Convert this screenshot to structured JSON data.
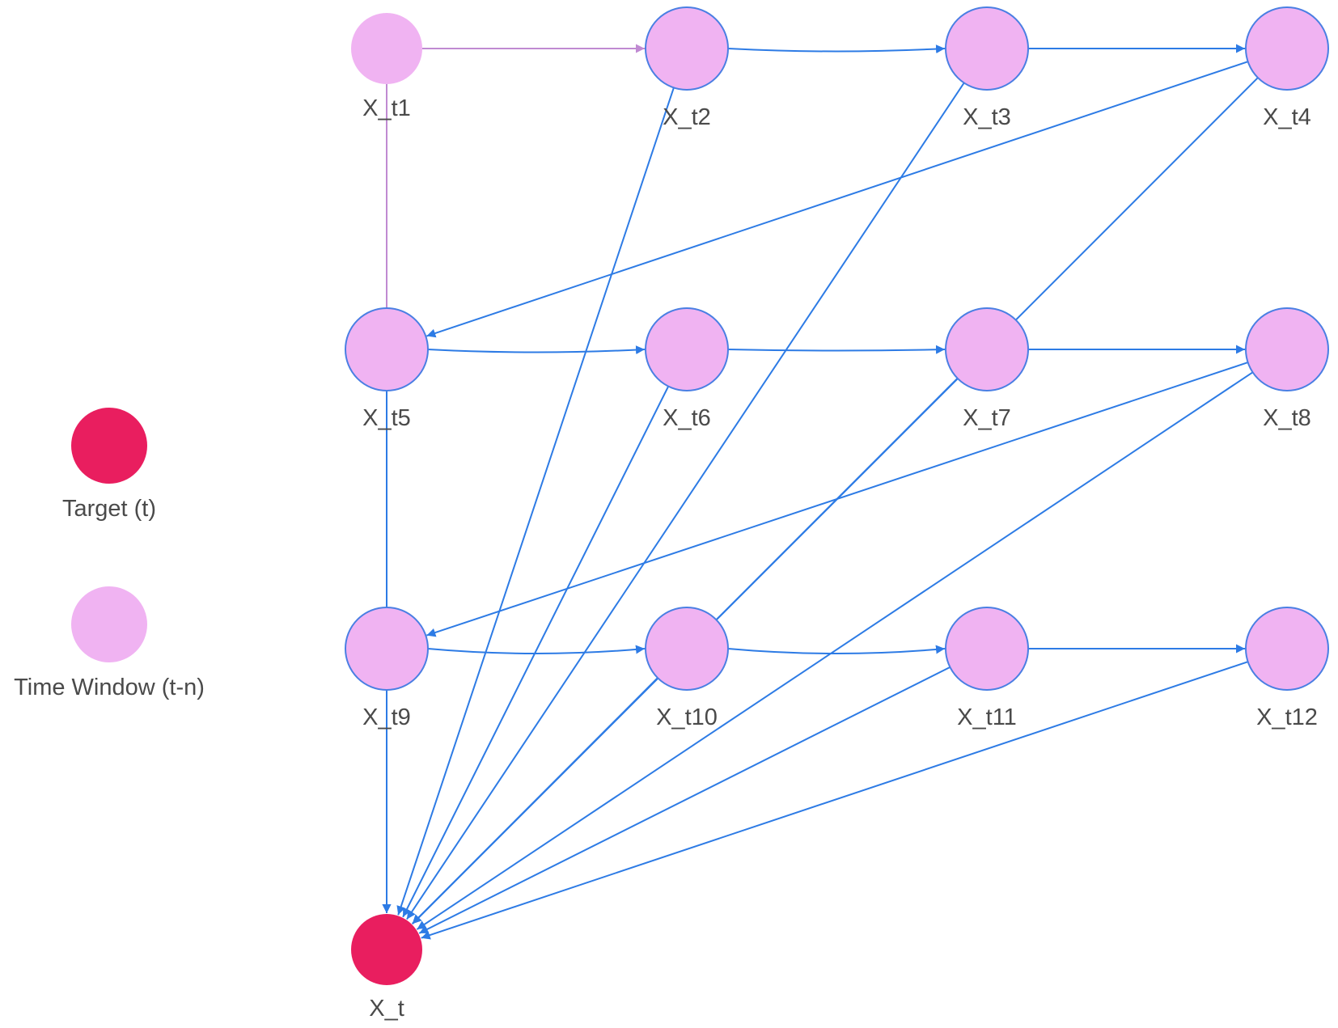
{
  "colors": {
    "target": "#e91e5f",
    "window": "#f0b3f2",
    "window_stroke": "#4a7fe3",
    "edge_blue": "#2d7be5",
    "edge_purple": "#c08ad2",
    "label": "#4a4a4a"
  },
  "legend": [
    {
      "id": "target",
      "label": "Target (t)",
      "color": "#e91e5f"
    },
    {
      "id": "window",
      "label": "Time Window (t-n)",
      "color": "#f0b3f2"
    }
  ],
  "nodes": [
    {
      "id": "t1",
      "label": "X_t1"
    },
    {
      "id": "t2",
      "label": "X_t2"
    },
    {
      "id": "t3",
      "label": "X_t3"
    },
    {
      "id": "t4",
      "label": "X_t4"
    },
    {
      "id": "t5",
      "label": "X_t5"
    },
    {
      "id": "t6",
      "label": "X_t6"
    },
    {
      "id": "t7",
      "label": "X_t7"
    },
    {
      "id": "t8",
      "label": "X_t8"
    },
    {
      "id": "t9",
      "label": "X_t9"
    },
    {
      "id": "t10",
      "label": "X_t10"
    },
    {
      "id": "t11",
      "label": "X_t11"
    },
    {
      "id": "t12",
      "label": "X_t12"
    },
    {
      "id": "t",
      "label": "X_t"
    }
  ],
  "edges": [
    {
      "from": "t1",
      "to": "t2",
      "color": "purple"
    },
    {
      "from": "t1",
      "to": "t",
      "color": "purple"
    },
    {
      "from": "t2",
      "to": "t3",
      "color": "blue"
    },
    {
      "from": "t3",
      "to": "t4",
      "color": "blue"
    },
    {
      "from": "t4",
      "to": "t5",
      "color": "blue"
    },
    {
      "from": "t5",
      "to": "t6",
      "color": "blue"
    },
    {
      "from": "t6",
      "to": "t7",
      "color": "blue"
    },
    {
      "from": "t7",
      "to": "t8",
      "color": "blue"
    },
    {
      "from": "t8",
      "to": "t9",
      "color": "blue"
    },
    {
      "from": "t9",
      "to": "t10",
      "color": "blue"
    },
    {
      "from": "t10",
      "to": "t11",
      "color": "blue"
    },
    {
      "from": "t11",
      "to": "t12",
      "color": "blue"
    },
    {
      "from": "t2",
      "to": "t",
      "color": "blue"
    },
    {
      "from": "t3",
      "to": "t",
      "color": "blue"
    },
    {
      "from": "t4",
      "to": "t",
      "color": "blue"
    },
    {
      "from": "t5",
      "to": "t",
      "color": "blue"
    },
    {
      "from": "t6",
      "to": "t",
      "color": "blue"
    },
    {
      "from": "t7",
      "to": "t",
      "color": "blue"
    },
    {
      "from": "t8",
      "to": "t",
      "color": "blue"
    },
    {
      "from": "t9",
      "to": "t",
      "color": "blue"
    },
    {
      "from": "t10",
      "to": "t",
      "color": "blue"
    },
    {
      "from": "t11",
      "to": "t",
      "color": "blue"
    },
    {
      "from": "t12",
      "to": "t",
      "color": "blue"
    }
  ]
}
